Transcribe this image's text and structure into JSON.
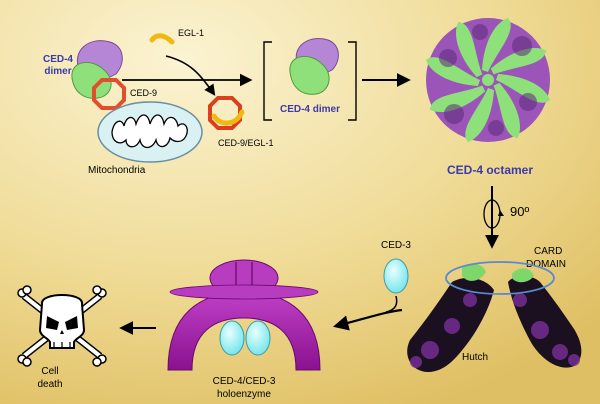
{
  "labels": {
    "egl1": "EGL-1",
    "ced4_dimer_line1": "CED-4",
    "ced4_dimer_line2": "dimer",
    "ced9": "CED-9",
    "ced9_egl1": "CED-9/EGL-1",
    "mitochondria": "Mitochondria",
    "ced4_dimer_bracket": "CED-4 dimer",
    "ced4_octamer": "CED-4 octamer",
    "rotation": "90º",
    "card_line1": "CARD",
    "card_line2": "DOMAIN",
    "ced3": "CED-3",
    "hutch": "Hutch",
    "holoenzyme_line1": "CED-4/CED-3",
    "holoenzyme_line2": "holoenzyme",
    "cell_death_line1": "Cell",
    "cell_death_line2": "death"
  },
  "colors": {
    "background_light": "#f7ecc0",
    "background_dark": "#e2c46a",
    "ced4_purple": "#b07fd0",
    "ced4_green": "#8fe07a",
    "ced9_red": "#e85a3a",
    "egl1_yellow": "#f5c020",
    "mitochondria_fill": "#d9f1f3",
    "ced3_cyan": "#8ef0f2",
    "holoenzyme_magenta": "#a020a0",
    "label_blue": "#3a3aa8"
  },
  "icons": {
    "cell_death": "skull-crossbones-icon",
    "rotation": "rotation-arrow-icon"
  }
}
